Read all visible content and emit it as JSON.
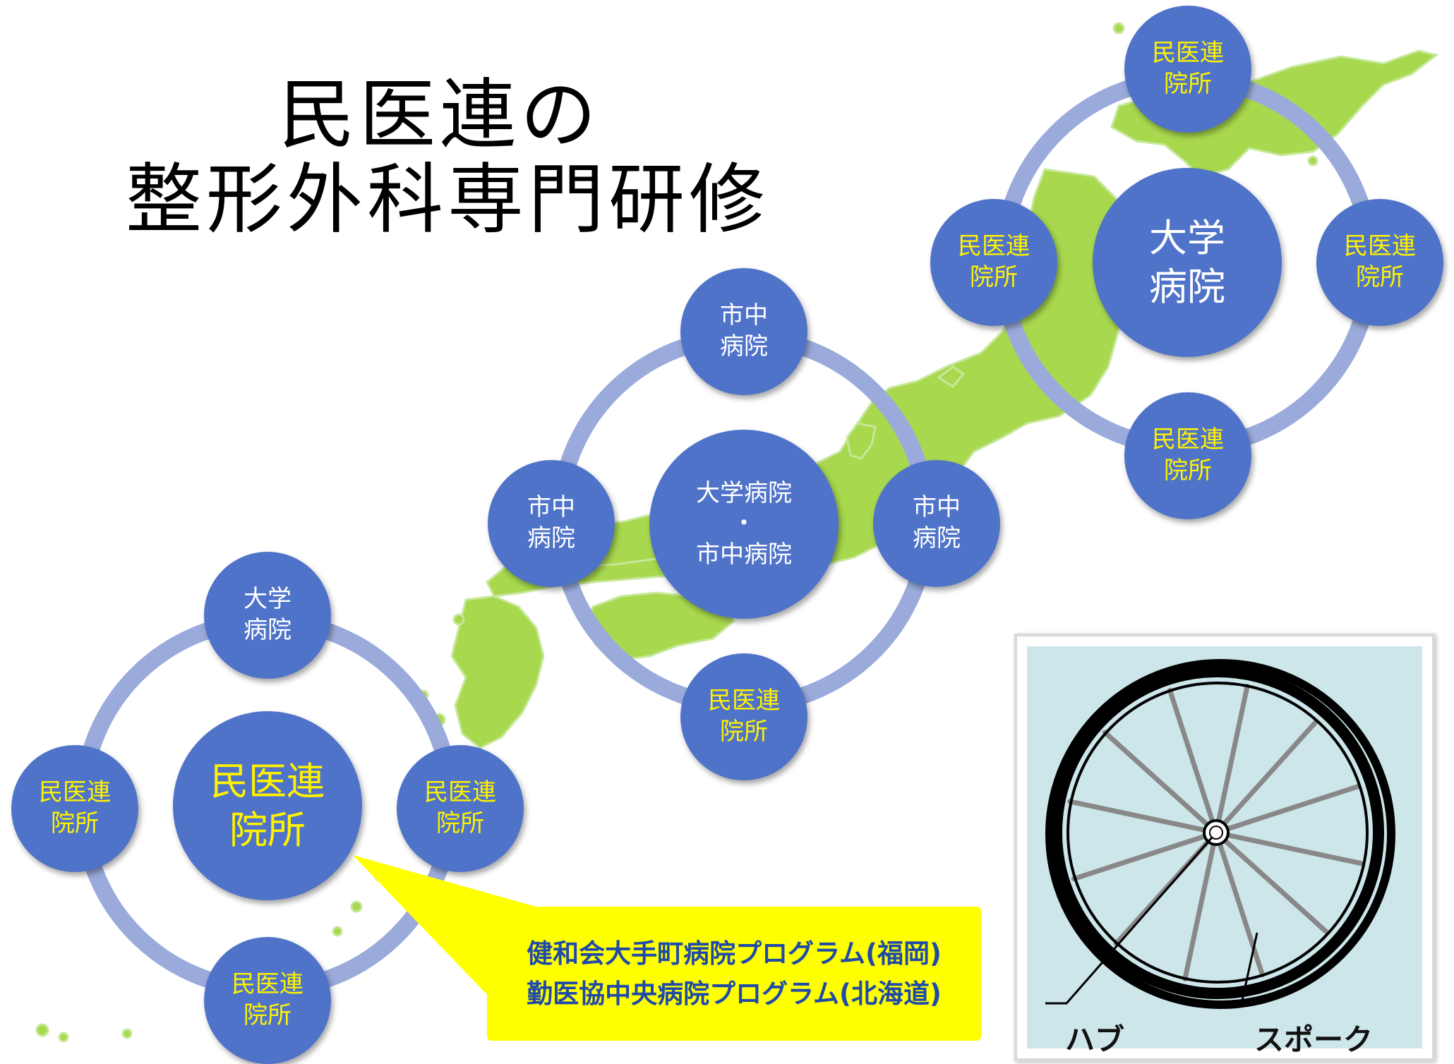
{
  "title": {
    "line1": "民医連の",
    "line2": "整形外科専門研修"
  },
  "colors": {
    "map_green": "#a8d84e",
    "ring_blue": "#9aabdb",
    "node_blue": "#4f73c9",
    "callout_yellow": "#ffff00",
    "callout_text": "#1f4aa8",
    "highlight_text": "#fff200",
    "wheel_bg": "#cde6ea"
  },
  "clusters": {
    "northeast": {
      "center": [
        "大学",
        "病院"
      ],
      "top": [
        "民医連",
        "院所"
      ],
      "left": [
        "民医連",
        "院所"
      ],
      "right": [
        "民医連",
        "院所"
      ],
      "bottom": [
        "民医連",
        "院所"
      ]
    },
    "central": {
      "center": [
        "大学病院",
        "・",
        "市中病院"
      ],
      "top": [
        "市中",
        "病院"
      ],
      "left": [
        "市中",
        "病院"
      ],
      "right": [
        "市中",
        "病院"
      ],
      "bottom": [
        "民医連",
        "院所"
      ]
    },
    "southwest": {
      "center": [
        "民医連",
        "院所"
      ],
      "top": [
        "大学",
        "病院"
      ],
      "left": [
        "民医連",
        "院所"
      ],
      "right": [
        "民医連",
        "院所"
      ],
      "bottom": [
        "民医連",
        "院所"
      ]
    }
  },
  "callout": {
    "line1": "健和会大手町病院プログラム(福岡)",
    "line2": "勤医協中央病院プログラム(北海道)"
  },
  "wheel": {
    "hub_label": "ハブ",
    "spoke_label": "スポーク"
  }
}
